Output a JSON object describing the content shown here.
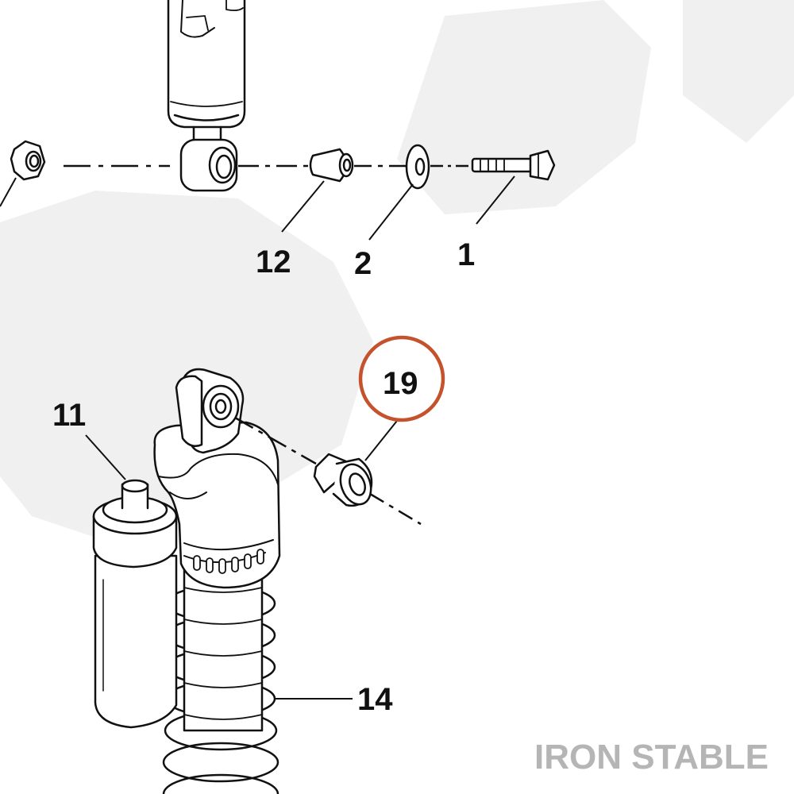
{
  "callouts": {
    "part_1": "1",
    "part_2": "2",
    "part_11": "11",
    "part_12": "12",
    "part_14": "14",
    "part_19": "19"
  },
  "watermark": {
    "brand_text": "IRON STABLE"
  },
  "colors": {
    "line": "#111111",
    "highlight_circle": "#c4532d",
    "watermark_bg": "#f0f0f0",
    "watermark_text": "#b5b5b5"
  }
}
